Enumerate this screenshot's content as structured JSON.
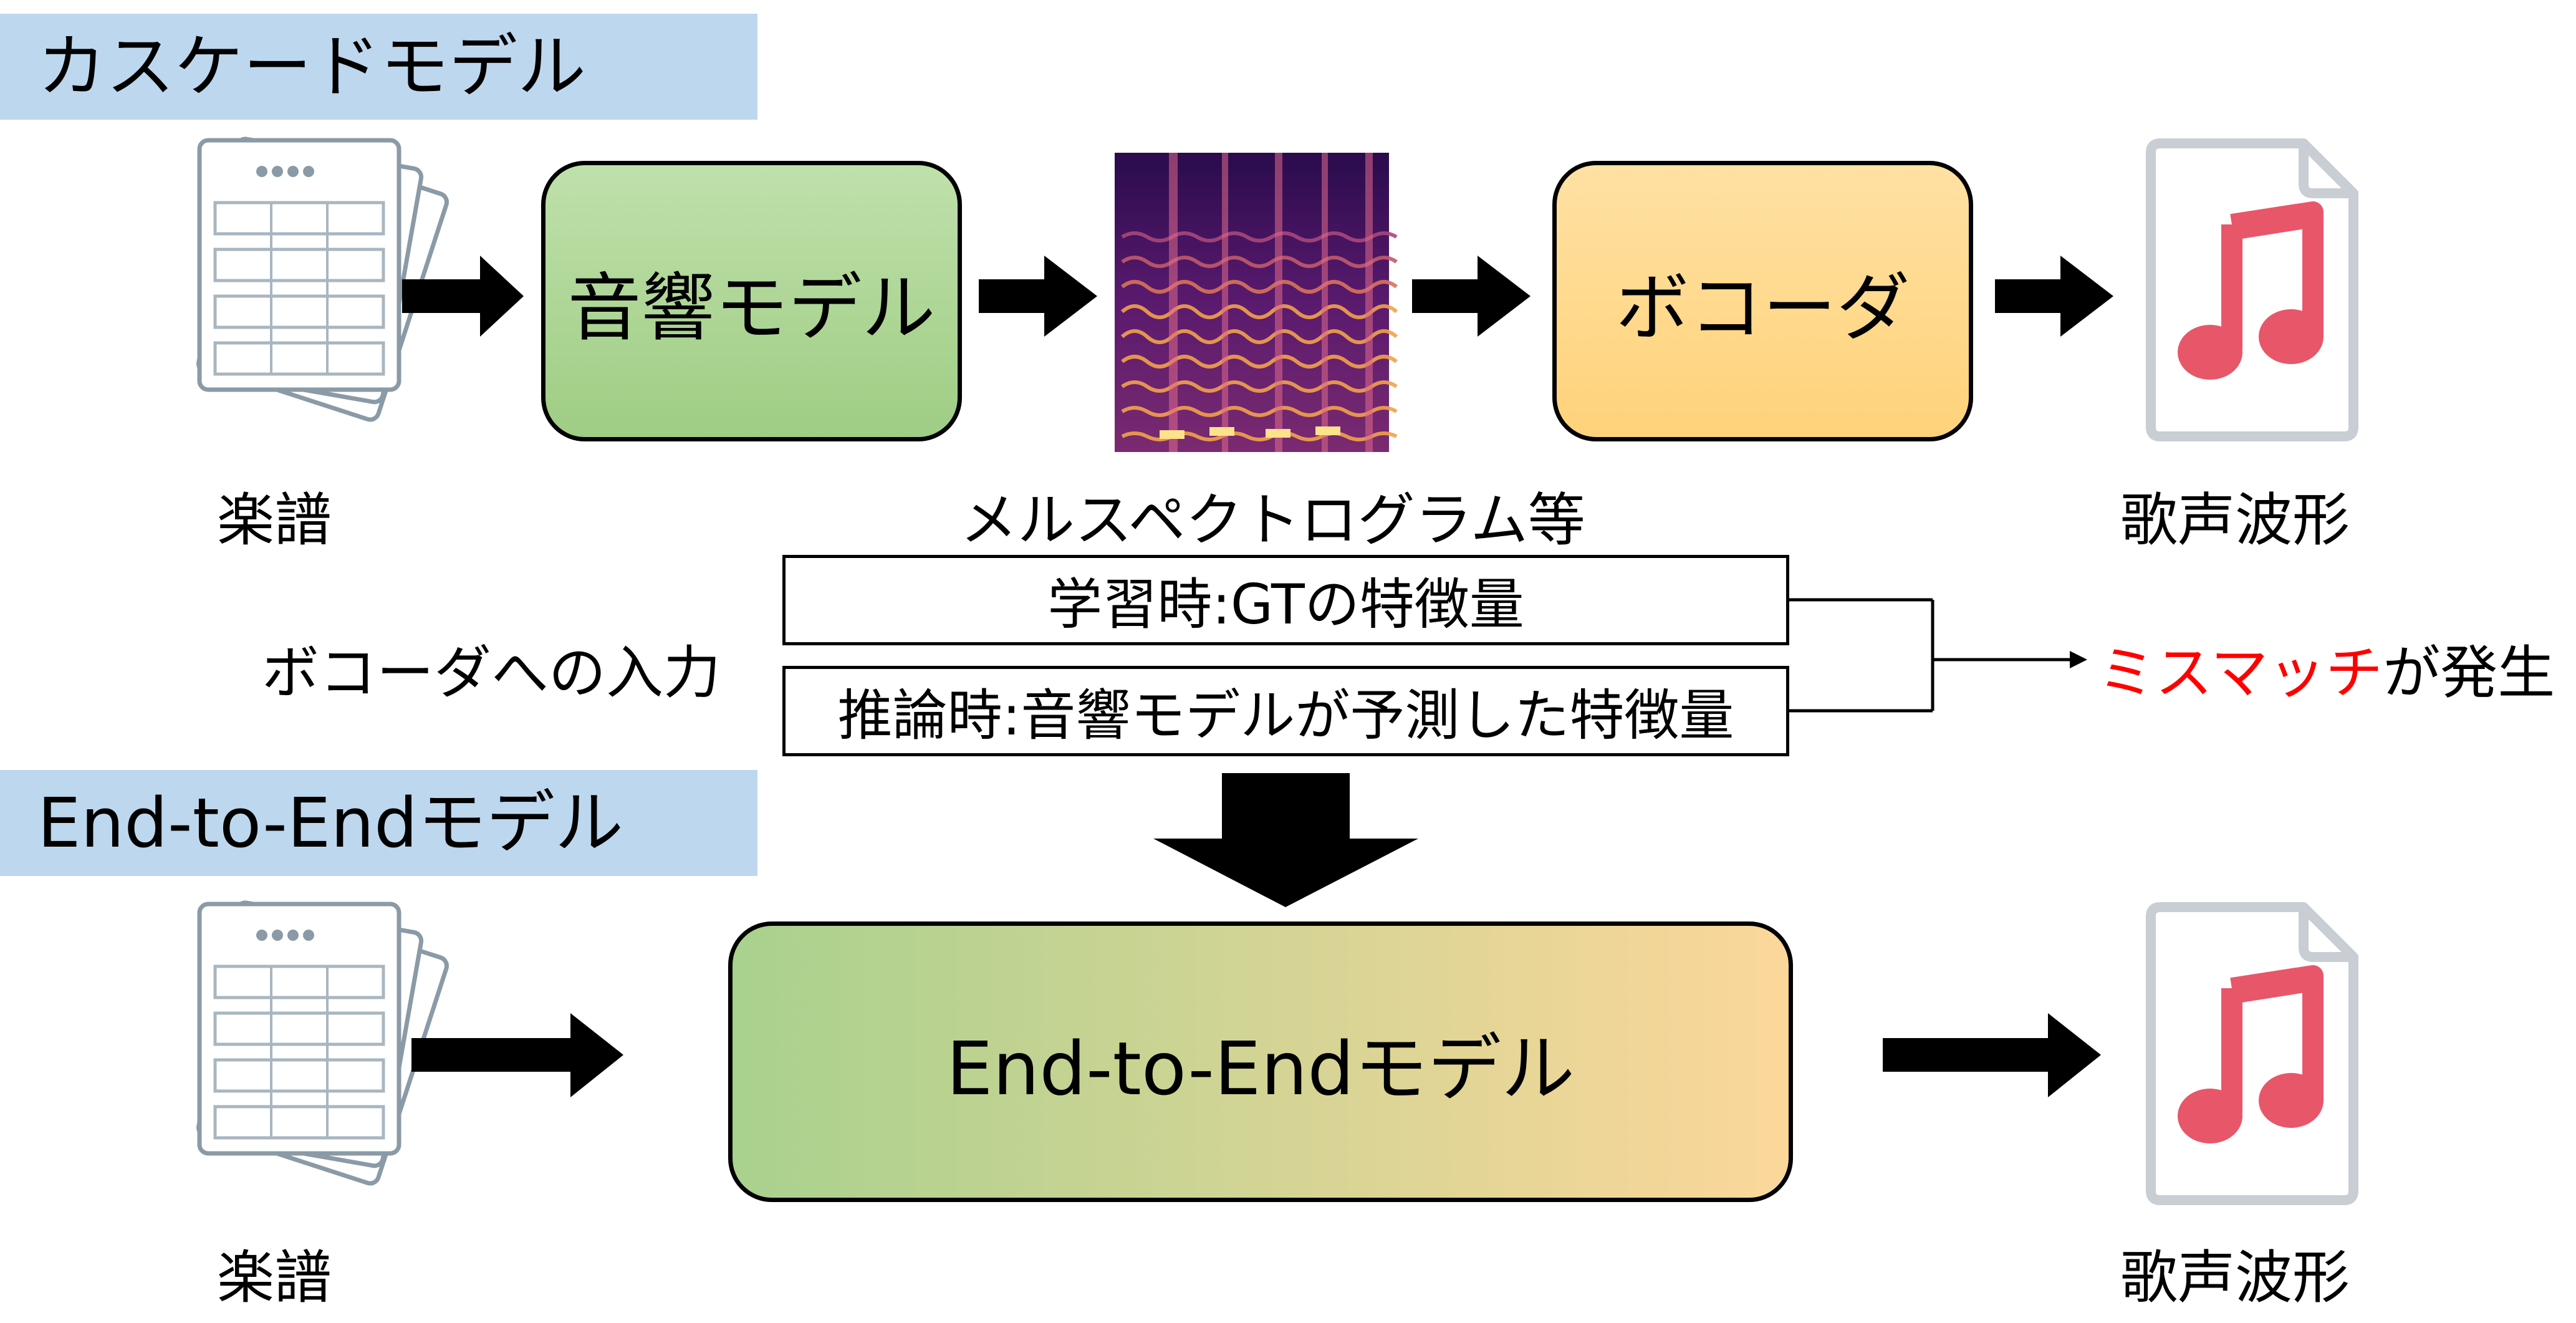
{
  "cascade": {
    "section_title": "カスケードモデル",
    "input_caption": "楽譜",
    "acoustic_model_label": "音響モデル",
    "intermediate_caption": "メルスペクトログラム等",
    "vocoder_label": "ボコーダ",
    "output_caption": "歌声波形"
  },
  "vocoder_input": {
    "label": "ボコーダへの入力",
    "training": "学習時:GTの特徴量",
    "inference": "推論時:音響モデルが予測した特徴量",
    "mismatch_red": "ミスマッチ",
    "mismatch_rest": "が発生"
  },
  "e2e": {
    "section_title": "End-to-Endモデル",
    "input_caption": "楽譜",
    "model_label": "End-to-Endモデル",
    "output_caption": "歌声波形"
  },
  "colors": {
    "section_bg": "#bdd7ee",
    "acoustic_model": "#a9d18e",
    "vocoder": "#ffd966",
    "mismatch": "#ff0000",
    "music_note": "#e8566a"
  },
  "icons": {
    "score": "sheet-music-icon",
    "audio_file": "music-file-icon",
    "spectrogram": "mel-spectrogram-image"
  }
}
